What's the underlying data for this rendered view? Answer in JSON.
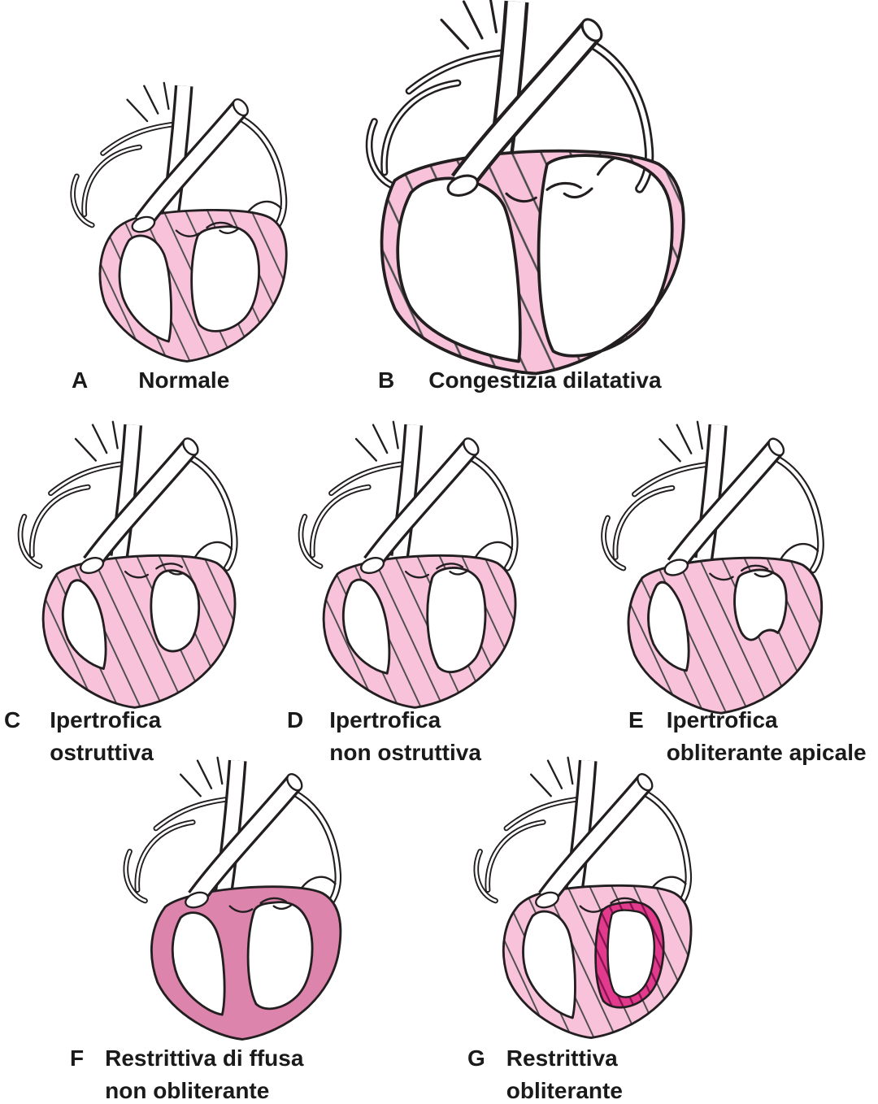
{
  "figure": {
    "description": "Seven schematic heart cross-sections illustrating cardiomyopathy types",
    "colors": {
      "wall_pink": "#f8c3da",
      "restrictive_solid_pink": "#dc84ac",
      "obliterans_magenta": "#e23a8c",
      "outline": "#231f20",
      "hatch_line": "#4a4a4a",
      "hatch_line_dark": "#83124e",
      "background": "#ffffff"
    },
    "panels": [
      {
        "letter": "A",
        "label_lines": [
          "Normale"
        ]
      },
      {
        "letter": "B",
        "label_lines": [
          "Congestizia dilatativa"
        ]
      },
      {
        "letter": "C",
        "label_lines": [
          "Ipertrofica",
          "ostruttiva"
        ]
      },
      {
        "letter": "D",
        "label_lines": [
          "Ipertrofica",
          "non ostruttiva"
        ]
      },
      {
        "letter": "E",
        "label_lines": [
          "Ipertrofica",
          "obliterante apicale"
        ]
      },
      {
        "letter": "F",
        "label_lines": [
          "Restrittiva di ffusa",
          "non obliterante"
        ]
      },
      {
        "letter": "G",
        "label_lines": [
          "Restrittiva",
          "obliterante"
        ]
      }
    ]
  }
}
